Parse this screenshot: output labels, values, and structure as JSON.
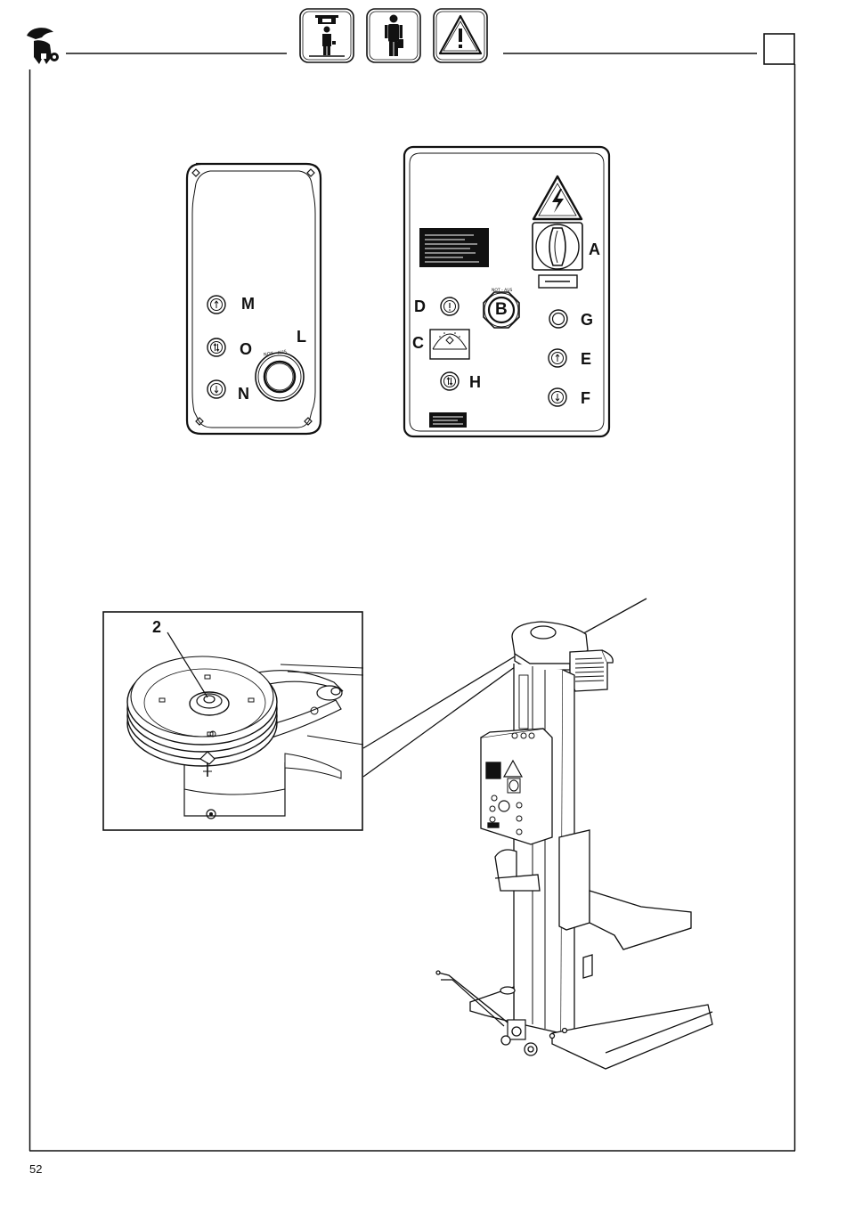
{
  "panel_left": {
    "labels": {
      "m": "M",
      "o": "O",
      "n": "N",
      "l": "L"
    },
    "knob_ring_text": "NOT - AUS"
  },
  "panel_right": {
    "labels": {
      "a": "A",
      "b": "B",
      "c": "C",
      "d": "D",
      "e": "E",
      "f": "F",
      "g": "G",
      "h": "H"
    },
    "b_ring_text": "NOT - AUS"
  },
  "detail": {
    "label": "2"
  },
  "footer": {
    "page_number": "52"
  }
}
